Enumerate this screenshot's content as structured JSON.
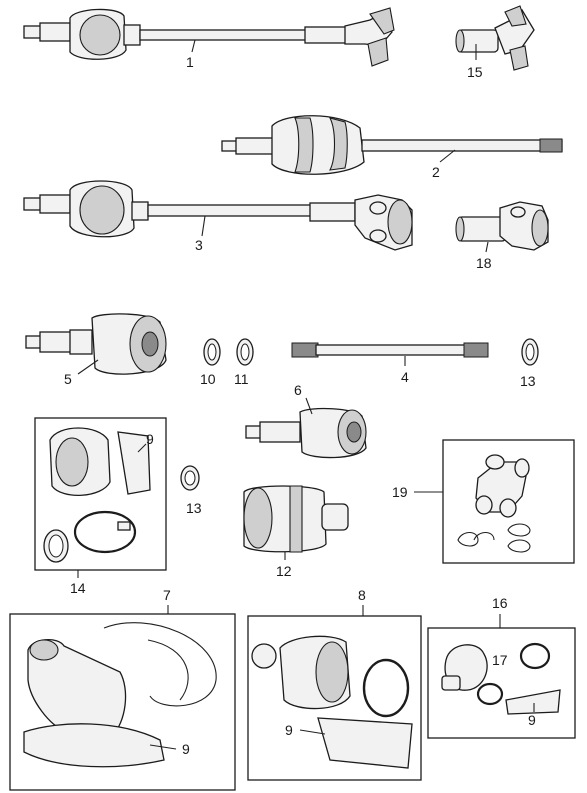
{
  "colors": {
    "ink": "#1c1c1c",
    "paper": "#ffffff",
    "metal": "#f2f2f2",
    "shadow": "#cfcfcf"
  },
  "callouts": {
    "c1": "1",
    "c2": "2",
    "c3": "3",
    "c4": "4",
    "c5": "5",
    "c6": "6",
    "c7": "7",
    "c8": "8",
    "c9a": "9",
    "c9b": "9",
    "c9c": "9",
    "c9d": "9",
    "c10": "10",
    "c11": "11",
    "c12": "12",
    "c13a": "13",
    "c13b": "13",
    "c14": "14",
    "c15": "15",
    "c16": "16",
    "c17": "17",
    "c18": "18",
    "c19": "19"
  }
}
